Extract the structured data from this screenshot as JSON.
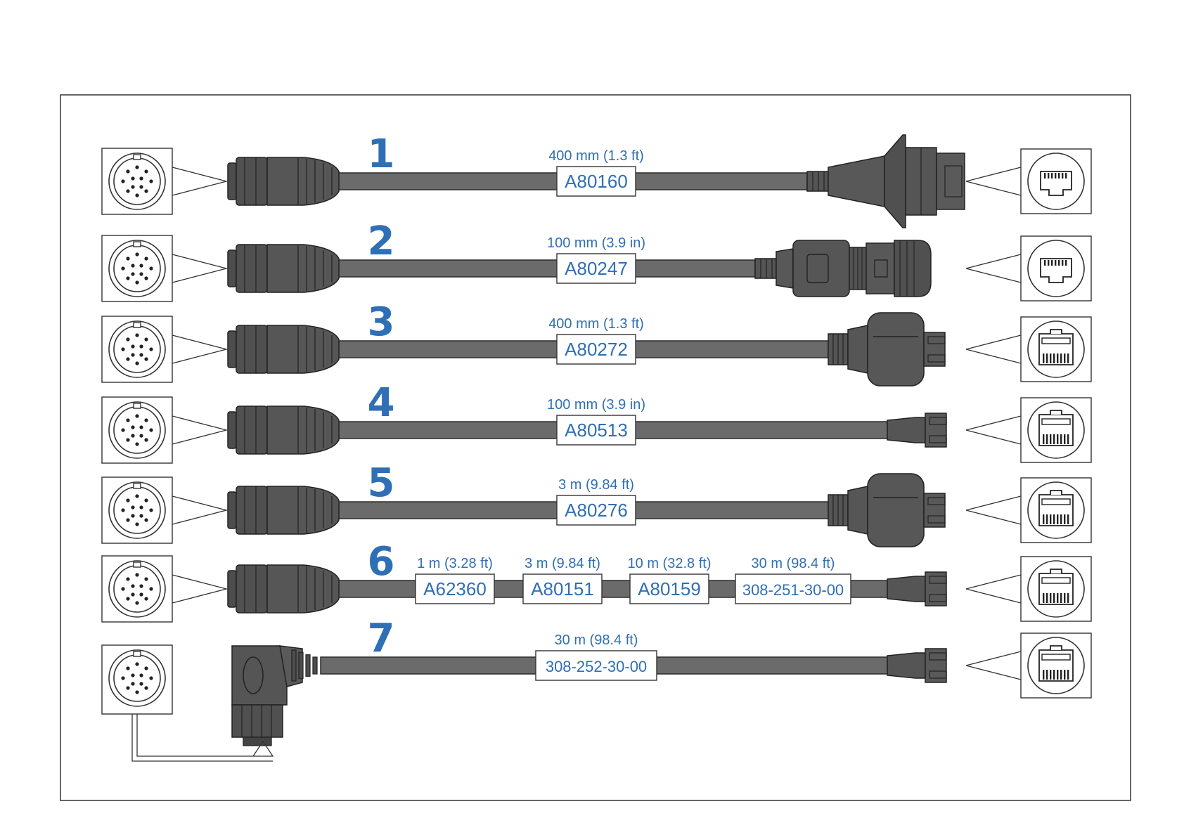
{
  "colors": {
    "accent": "#2f6fb5",
    "cable": "#6b6b6b",
    "connector": "#4d4d4d",
    "outline": "#222222"
  },
  "cables": [
    {
      "number": "1",
      "left_connector": "12-pin-round-connector",
      "right_connector": "rj45-panel-mount-socket",
      "segments": [
        {
          "length": "400 mm (1.3 ft)",
          "part": "A80160"
        }
      ]
    },
    {
      "number": "2",
      "left_connector": "12-pin-round-connector",
      "right_connector": "rj45-waterproof-socket",
      "segments": [
        {
          "length": "100 mm (3.9 in)",
          "part": "A80247"
        }
      ]
    },
    {
      "number": "3",
      "left_connector": "12-pin-round-connector",
      "right_connector": "rj45-waterproof-plug",
      "segments": [
        {
          "length": "400 mm (1.3 ft)",
          "part": "A80272"
        }
      ]
    },
    {
      "number": "4",
      "left_connector": "12-pin-round-connector",
      "right_connector": "rj45-plug",
      "segments": [
        {
          "length": "100 mm (3.9 in)",
          "part": "A80513"
        }
      ]
    },
    {
      "number": "5",
      "left_connector": "12-pin-round-connector",
      "right_connector": "rj45-waterproof-plug",
      "segments": [
        {
          "length": "3 m (9.84 ft)",
          "part": "A80276"
        }
      ]
    },
    {
      "number": "6",
      "left_connector": "12-pin-round-connector",
      "right_connector": "rj45-plug",
      "segments": [
        {
          "length": "1 m (3.28 ft)",
          "part": "A62360"
        },
        {
          "length": "3 m (9.84 ft)",
          "part": "A80151"
        },
        {
          "length": "10 m (32.8 ft)",
          "part": "A80159"
        },
        {
          "length": "30 m (98.4 ft)",
          "part": "308-251-30-00"
        }
      ]
    },
    {
      "number": "7",
      "left_connector": "12-pin-right-angle-connector",
      "right_connector": "rj45-plug",
      "segments": [
        {
          "length": "30 m (98.4 ft)",
          "part": "308-252-30-00"
        }
      ]
    }
  ]
}
